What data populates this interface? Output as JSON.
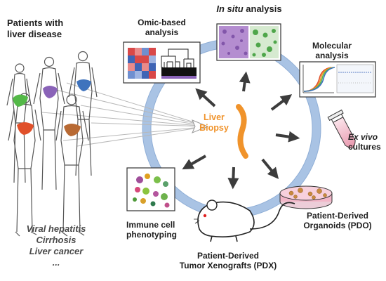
{
  "patients": {
    "line1": "Patients with",
    "line2": "liver disease"
  },
  "diseases": {
    "line1": "Viral hepatitis",
    "line2": "Cirrhosis",
    "line3": "Liver cancer",
    "line4": "..."
  },
  "biopsy": {
    "line1": "Liver",
    "line2": "Biopsy"
  },
  "omic": {
    "line1": "Omic-based",
    "line2": "analysis"
  },
  "insitu": {
    "italic": "In situ",
    "rest": " analysis"
  },
  "molecular": {
    "line1": "Molecular",
    "line2": "analysis"
  },
  "exvivo": {
    "line1": "Ex vivo",
    "line2": "cultures"
  },
  "pdo": {
    "line1": "Patient-Derived",
    "line2": "Organoids (PDO)"
  },
  "pdx": {
    "line1": "Patient-Derived",
    "line2": "Tumor Xenografts (PDX)"
  },
  "immune": {
    "line1": "Immune cell",
    "line2": "phenotyping"
  },
  "colors": {
    "ring": "#a9c3e4",
    "biopsy": "#f0932b",
    "liver_green": "#54b948",
    "liver_purple": "#8a63b8",
    "liver_blue": "#3f73bd",
    "liver_red": "#e0502a",
    "liver_brown": "#b86a34",
    "heatmap_red": "#d94848",
    "heatmap_blue": "#3f64b5",
    "dish": "#f2b6c8"
  }
}
